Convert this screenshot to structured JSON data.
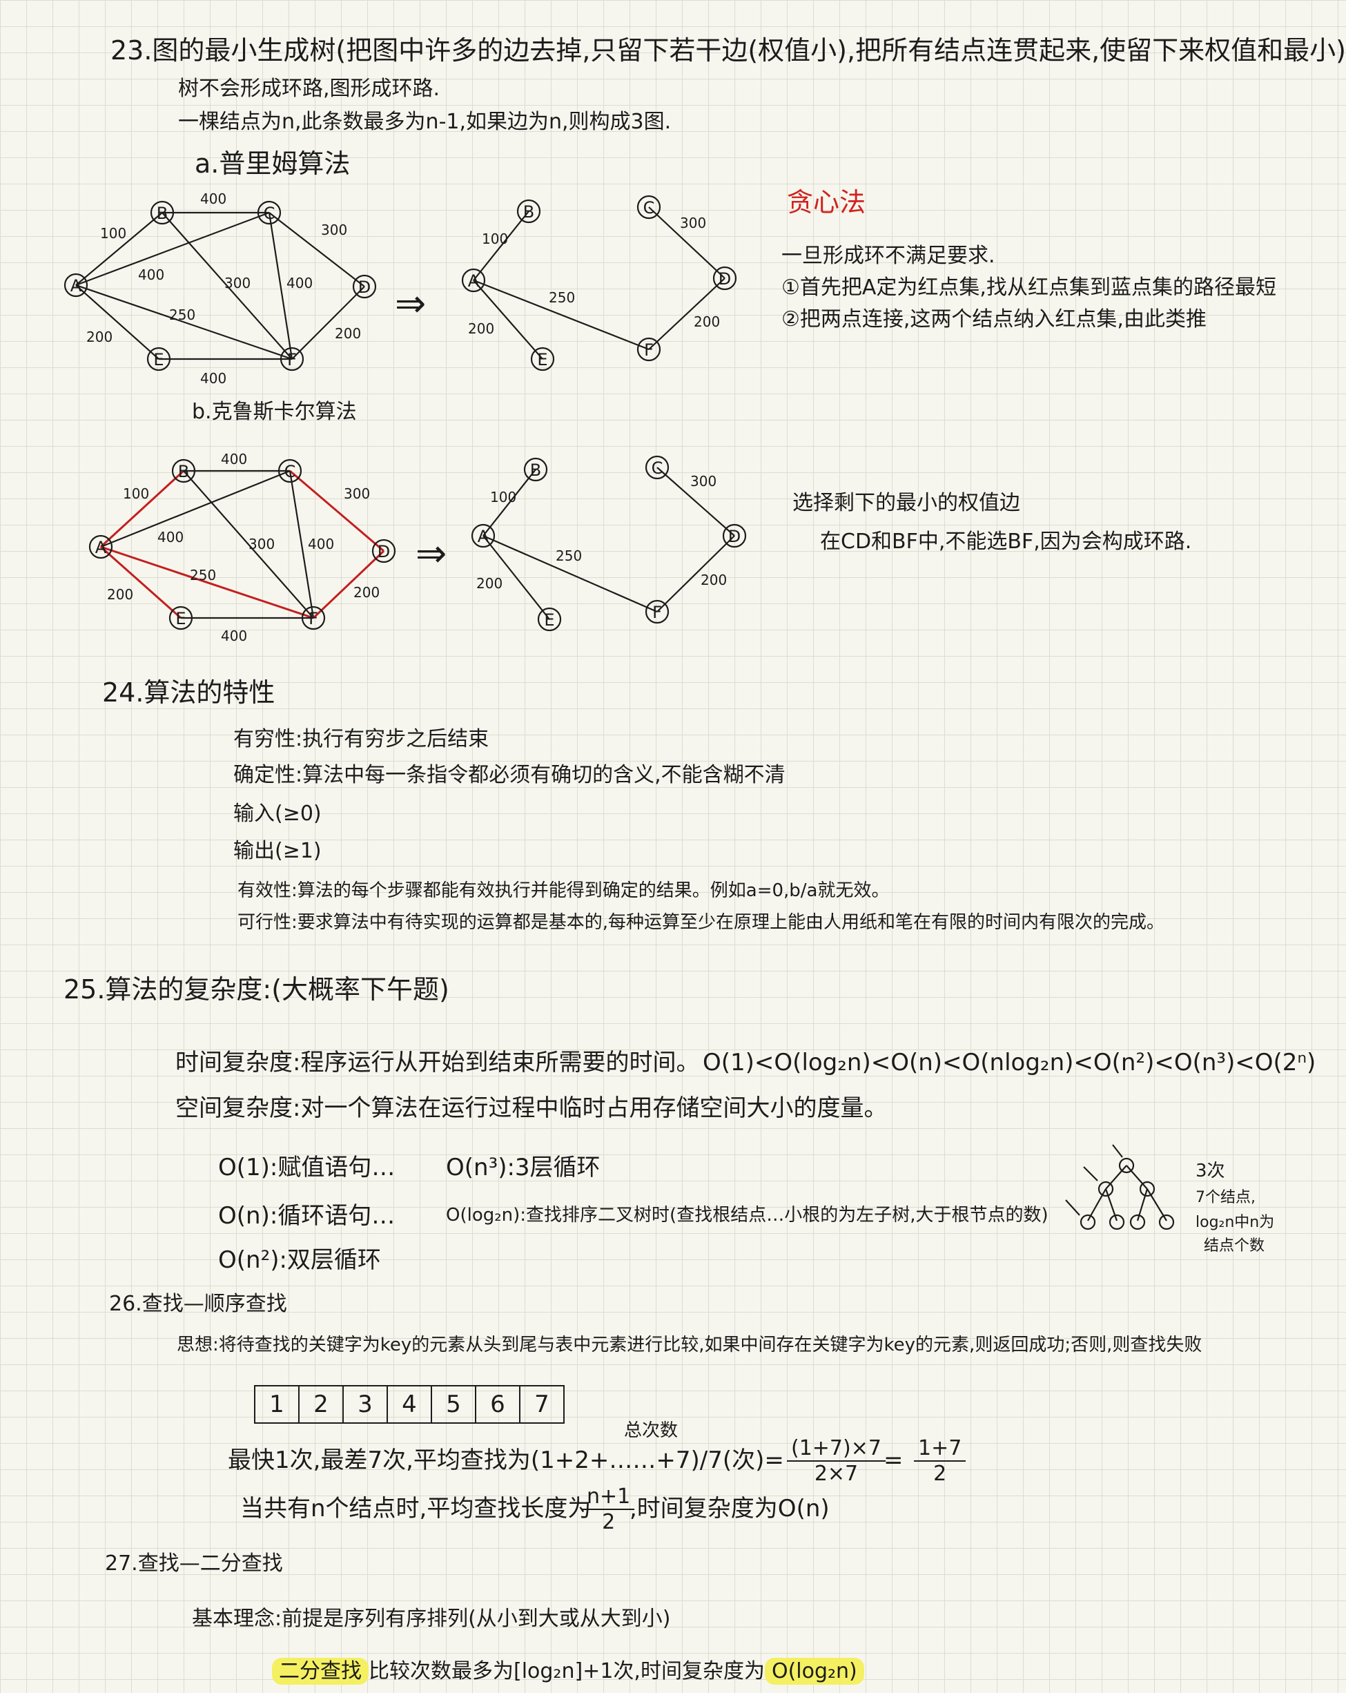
{
  "s23": {
    "title": "23.图的最小生成树(把图中许多的边去掉,只留下若干边(权值小),把所有结点连贯起来,使留下来权值和最小)",
    "note1": "树不会形成环路,图形成环路.",
    "note2": "一棵结点为n,此条数最多为n-1,如果边为n,则构成3图.",
    "prim_title": "a.普里姆算法",
    "kruskal_title": "b.克鲁斯卡尔算法",
    "greedy_title": "贪心法",
    "greedy_l1": "一旦形成环不满足要求.",
    "greedy_l2": "①首先把A定为红点集,找从红点集到蓝点集的路径最短",
    "greedy_l3": "②把两点连接,这两个结点纳入红点集,由此类推",
    "kruskal_n1": "选择剩下的最小的权值边",
    "kruskal_n2": "在CD和BF中,不能选BF,因为会构成环路.",
    "arrow": "⇒",
    "node_a": "A",
    "node_b": "B",
    "node_c": "C",
    "node_d": "D",
    "node_e": "E",
    "node_f": "F",
    "w_ab": "100",
    "w_bc": "400",
    "w_cd": "300",
    "w_ac": "400",
    "w_bf": "300",
    "w_cf": "400",
    "w_df": "200",
    "w_af": "250",
    "w_ae": "200",
    "w_ef": "400"
  },
  "s24": {
    "title": "24.算法的特性",
    "l1": "有穷性:执行有穷步之后结束",
    "l2": "确定性:算法中每一条指令都必须有确切的含义,不能含糊不清",
    "l3": "输入(≥0)",
    "l4": "输出(≥1)",
    "l5": "有效性:算法的每个步骤都能有效执行并能得到确定的结果。例如a=0,b/a就无效。",
    "l6": "可行性:要求算法中有待实现的运算都是基本的,每种运算至少在原理上能由人用纸和笔在有限的时间内有限次的完成。"
  },
  "s25": {
    "title": "25.算法的复杂度:(大概率下午题)",
    "time_label": "时间复杂度:程序运行从开始到结束所需要的时间。",
    "order": "O(1)<O(log₂n)<O(n)<O(nlog₂n)<O(n²)<O(n³)<O(2ⁿ)",
    "space_label": "空间复杂度:对一个算法在运行过程中临时占用存储空间大小的度量。",
    "c1": "O(1):赋值语句…",
    "c2": "O(n):循环语句…",
    "c3": "O(n²):双层循环",
    "c4": "O(n³):3层循环",
    "c5": "O(log₂n):查找排序二叉树时(查找根结点…小根的为左子树,大于根节点的数)",
    "tree_note1": "3次",
    "tree_note2": "7个结点,",
    "tree_note3": "log₂n中n为",
    "tree_note4": "结点个数"
  },
  "s26": {
    "title": "26.查找—顺序查找",
    "idea": "思想:将待查找的关键字为key的元素从头到尾与表中元素进行比较,如果中间存在关键字为key的元素,则返回成功;否则,则查找失败",
    "cells": [
      "1",
      "2",
      "3",
      "4",
      "5",
      "6",
      "7"
    ],
    "total_label": "总次数",
    "best_worst": "最快1次,最差7次,平均查找为(1+2+……+7)/7(次)=",
    "frac1_num": "(1+7)×7",
    "frac1_den": "2×7",
    "eq": "=",
    "frac2_num": "1+7",
    "frac2_den": "2",
    "n_line_pre": "当共有n个结点时,平均查找长度为",
    "frac3_num": "n+1",
    "frac3_den": "2",
    "n_line_post": ",时间复杂度为O(n)"
  },
  "s27": {
    "title": "27.查找—二分查找",
    "idea": "基本理念:前提是序列有序排列(从小到大或从大到小)",
    "hl_pre": "二分查找",
    "hl_mid": "比较次数最多为[log₂n]+1次,时间复杂度为",
    "hl_end": "O(log₂n)"
  }
}
